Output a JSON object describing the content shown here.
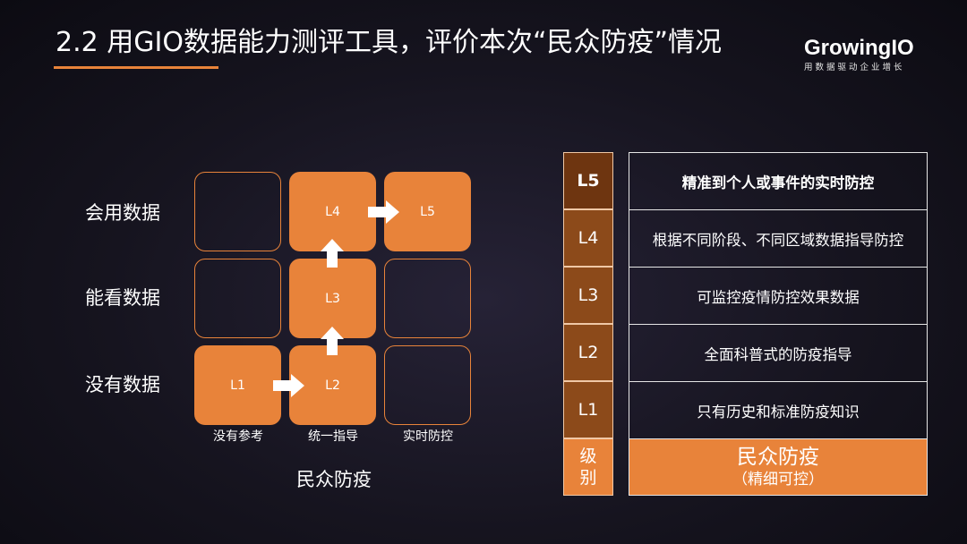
{
  "slide": {
    "title": "2.2 用GIO数据能力测评工具，评价本次“民众防疫”情况",
    "accent_color": "#e8833a"
  },
  "logo": {
    "name": "GrowingIO",
    "tagline": "用数据驱动企业增长"
  },
  "matrix": {
    "rows": [
      "会用数据",
      "能看数据",
      "没有数据"
    ],
    "columns": [
      "没有参考",
      "统一指导",
      "实时防控"
    ],
    "axis_label": "民众防疫",
    "cells": {
      "l1": "L1",
      "l2": "L2",
      "l3": "L3",
      "l4": "L4",
      "l5": "L5"
    }
  },
  "levels_table": {
    "rows": [
      {
        "level": "L5",
        "description": "精准到个人或事件的实时防控"
      },
      {
        "level": "L4",
        "description": "根据不同阶段、不同区域数据指导防控"
      },
      {
        "level": "L3",
        "description": "可监控疫情防控效果数据"
      },
      {
        "level": "L2",
        "description": "全面科普式的防疫指导"
      },
      {
        "level": "L1",
        "description": "只有历史和标准防疫知识"
      }
    ],
    "header": {
      "level_line1": "级",
      "level_line2": "别",
      "title": "民众防疫",
      "subtitle": "（精细可控）"
    }
  }
}
